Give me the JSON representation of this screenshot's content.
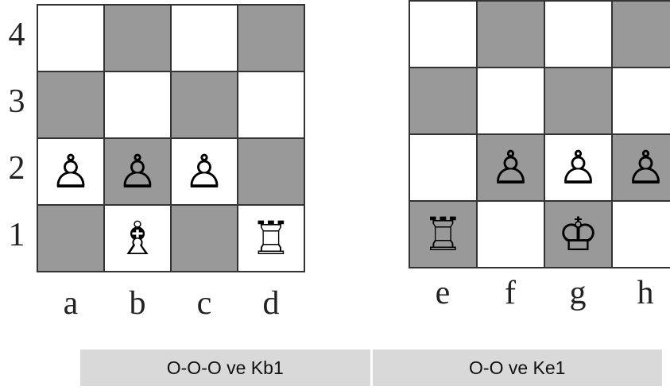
{
  "left_board": {
    "ranks": [
      "4",
      "3",
      "2",
      "1"
    ],
    "files": [
      "a",
      "b",
      "c",
      "d"
    ],
    "pieces": {
      "a2": "♙",
      "b2": "♙",
      "c2": "♙",
      "b1": "♗",
      "d1": "♖"
    }
  },
  "right_board": {
    "files": [
      "e",
      "f",
      "g",
      "h"
    ],
    "pieces": {
      "f2": "♙",
      "g2": "♙",
      "h2": "♙",
      "e1": "♖",
      "g1": "♔"
    }
  },
  "captions": {
    "left": "O-O-O ve Kb1",
    "right": "O-O ve Ke1"
  },
  "colors": {
    "dark_square": "#999999",
    "light_square": "#ffffff",
    "caption_bg": "#d9d9d9"
  }
}
